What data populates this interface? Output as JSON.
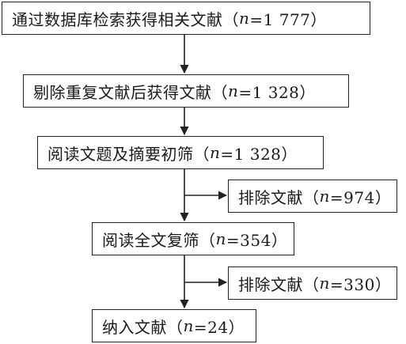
{
  "flowchart": {
    "steps": [
      {
        "label": "通过数据库检索获得相关文献（",
        "var": "n",
        "value": "=1 777）"
      },
      {
        "label": "剔除重复文献后获得文献（",
        "var": "n",
        "value": "=1 328）"
      },
      {
        "label": "阅读文题及摘要初筛（",
        "var": "n",
        "value": "=1 328）"
      },
      {
        "label": "排除文献（",
        "var": "n",
        "value": "=974）"
      },
      {
        "label": "阅读全文复筛（",
        "var": "n",
        "value": "=354）"
      },
      {
        "label": "排除文献（",
        "var": "n",
        "value": "=330）"
      },
      {
        "label": "纳入文献（",
        "var": "n",
        "value": "=24）"
      }
    ]
  }
}
